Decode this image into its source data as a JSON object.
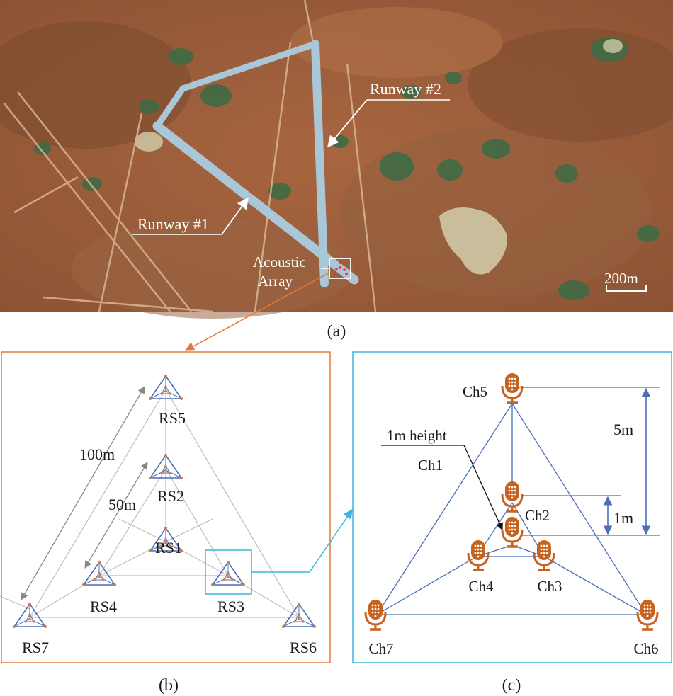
{
  "panel_a": {
    "caption": "(a)",
    "runway1_label": "Runway #1",
    "runway2_label": "Runway #2",
    "array_label_line1": "Acoustic",
    "array_label_line2": "Array",
    "scale_label": "200m"
  },
  "panel_b": {
    "caption": "(b)",
    "stations": [
      {
        "id": "RS5",
        "label": "RS5"
      },
      {
        "id": "RS2",
        "label": "RS2"
      },
      {
        "id": "RS1",
        "label": "RS1"
      },
      {
        "id": "RS3",
        "label": "RS3"
      },
      {
        "id": "RS4",
        "label": "RS4"
      },
      {
        "id": "RS7",
        "label": "RS7"
      },
      {
        "id": "RS6",
        "label": "RS6"
      }
    ],
    "dim_100": "100m",
    "dim_50": "50m"
  },
  "panel_c": {
    "caption": "(c)",
    "channels": [
      {
        "id": "Ch5",
        "label": "Ch5"
      },
      {
        "id": "Ch2",
        "label": "Ch2"
      },
      {
        "id": "Ch1",
        "label": "Ch1"
      },
      {
        "id": "Ch4",
        "label": "Ch4"
      },
      {
        "id": "Ch3",
        "label": "Ch3"
      },
      {
        "id": "Ch7",
        "label": "Ch7"
      },
      {
        "id": "Ch6",
        "label": "Ch6"
      }
    ],
    "height_note": "1m height",
    "dim_5m": "5m",
    "dim_1m": "1m"
  },
  "colors": {
    "orange": "#e07a3a",
    "cyan": "#3fb4e0",
    "blue_line": "#4a6fb8",
    "mic": "#c8621f",
    "gray_line": "#aaaaaa"
  }
}
